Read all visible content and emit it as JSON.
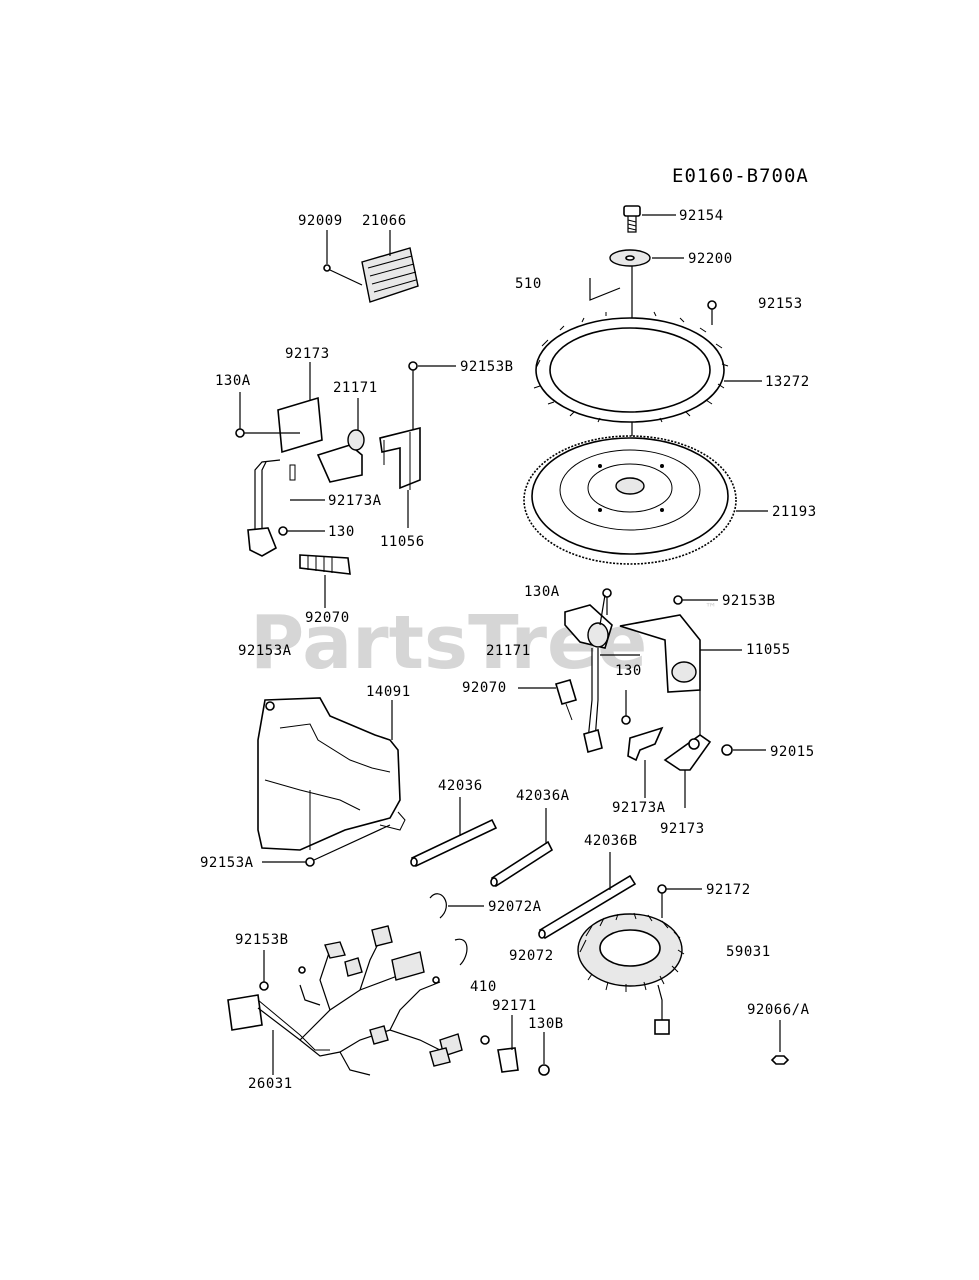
{
  "diagram_code": "E0160-B700A",
  "watermark": "PartsTree",
  "watermark_tm": "™",
  "labels": {
    "p92009": "92009",
    "p21066": "21066",
    "p92154": "92154",
    "p92200": "92200",
    "p510": "510",
    "p92153_top": "92153",
    "p92173_top": "92173",
    "p130A_top": "130A",
    "p21171_top": "21171",
    "p92153B_top": "92153B",
    "p13272": "13272",
    "p92173A_top": "92173A",
    "p130_top": "130",
    "p11056": "11056",
    "p21193": "21193",
    "p92070_top": "92070",
    "p130A_mid": "130A",
    "p92153B_mid": "92153B",
    "p92153A_top": "92153A",
    "p21171_mid": "21171",
    "p11055": "11055",
    "p92070_mid": "92070",
    "p130_mid": "130",
    "p14091": "14091",
    "p92015": "92015",
    "p42036": "42036",
    "p42036A": "42036A",
    "p92173A_mid": "92173A",
    "p92173_mid": "92173",
    "p92153A_bot": "92153A",
    "p42036B": "42036B",
    "p92172": "92172",
    "p92072A": "92072A",
    "p92153B_bot": "92153B",
    "p92072": "92072",
    "p59031": "59031",
    "p410": "410",
    "p92171": "92171",
    "p130B": "130B",
    "p92066A": "92066/A",
    "p26031": "26031"
  }
}
